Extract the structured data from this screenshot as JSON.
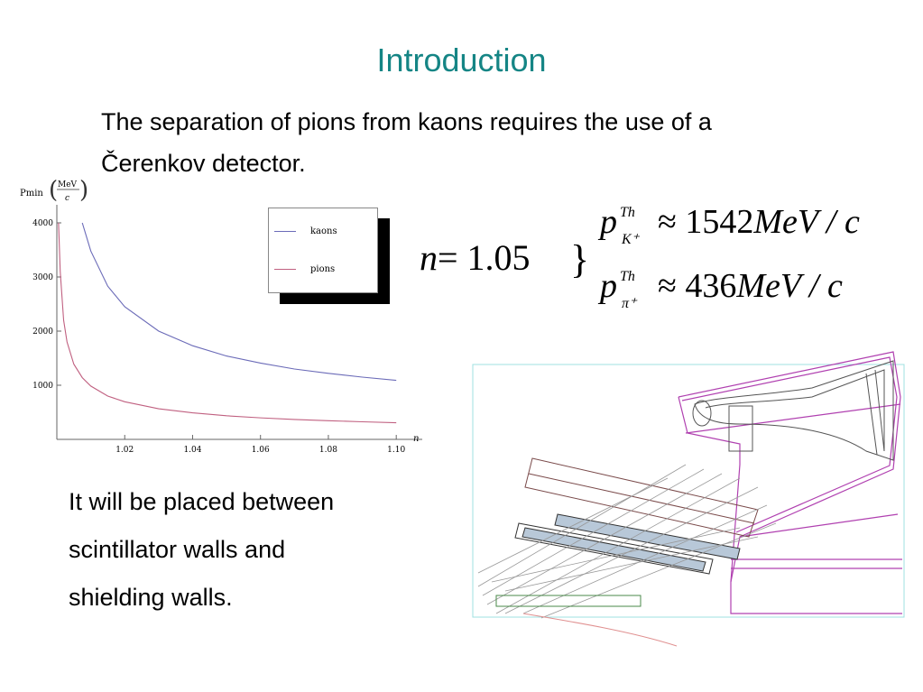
{
  "slide": {
    "title": "Introduction",
    "intro_lines": [
      "The separation of pions from kaons requires the use of a",
      "Čerenkov detector."
    ],
    "placement_lines": [
      "It will be placed between",
      "scintillator walls and",
      "shielding walls."
    ]
  },
  "formula": {
    "n_symbol": "n",
    "n_value": "= 1.05",
    "brace": "}",
    "p_symbol": "p",
    "threshold_sup": "Th",
    "kaon_sub": "K⁺",
    "pion_sub": "π⁺",
    "kaon_approx": "≈ 1542",
    "pion_approx": "≈ 436",
    "unit": "MeV / c"
  },
  "chart_data": {
    "type": "line",
    "ylabel": "Pmin",
    "ylabel_unit_num": "MeV",
    "ylabel_unit_den": "c",
    "xlabel": "n",
    "xlim": [
      1.0,
      1.105
    ],
    "ylim": [
      0,
      4200
    ],
    "xticks": [
      "1.02",
      "1.04",
      "1.06",
      "1.08",
      "1.10"
    ],
    "yticks": [
      "1000",
      "2000",
      "3000",
      "4000"
    ],
    "legend_position": "top-right",
    "series": [
      {
        "name": "kaons",
        "color": "#6b6bb8",
        "x": [
          1.0075,
          1.01,
          1.015,
          1.02,
          1.03,
          1.04,
          1.05,
          1.06,
          1.07,
          1.08,
          1.09,
          1.1
        ],
        "y": [
          4000,
          3480,
          2830,
          2450,
          2000,
          1730,
          1540,
          1410,
          1300,
          1220,
          1150,
          1090
        ]
      },
      {
        "name": "pions",
        "color": "#c06080",
        "x": [
          1.0005,
          1.001,
          1.002,
          1.003,
          1.005,
          1.0075,
          1.01,
          1.015,
          1.02,
          1.03,
          1.04,
          1.05,
          1.06,
          1.07,
          1.08,
          1.09,
          1.1
        ],
        "y": [
          4000,
          3100,
          2200,
          1800,
          1390,
          1140,
          985,
          800,
          695,
          565,
          490,
          436,
          398,
          368,
          345,
          325,
          308
        ]
      }
    ]
  }
}
